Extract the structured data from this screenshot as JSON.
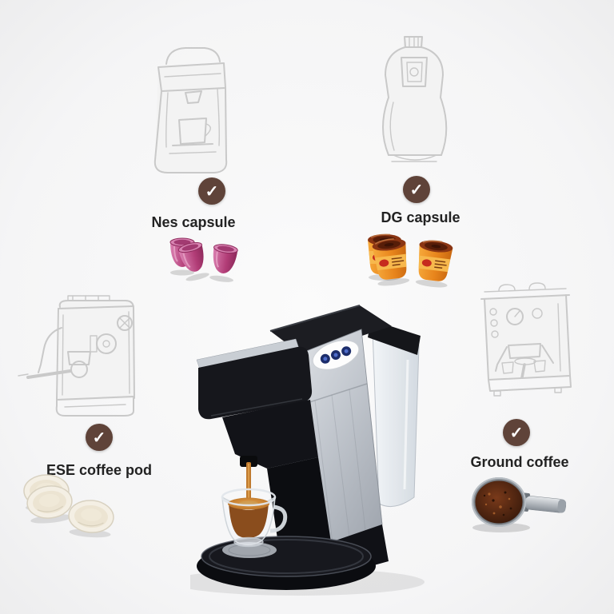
{
  "page": {
    "background": "#f6f6f7"
  },
  "checkmark": {
    "glyph": "✓"
  },
  "colors": {
    "page_bg": "#f6f6f7",
    "accent_brown": "#5f4339",
    "label_text": "#222222",
    "sketch_stroke": "#c9c9c9",
    "nes_capsule_pink": "#b23d77",
    "dg_capsule_orange": "#e8851c",
    "ese_pod_cream": "#f4efe4",
    "ground_coffee_brown": "#45200e",
    "machine_silver": "#b9bfc6",
    "machine_black": "#17181c",
    "coffee_crema": "#c8862f"
  },
  "quadrants": [
    {
      "id": "nes",
      "label": "Nes capsule"
    },
    {
      "id": "dg",
      "label": "DG capsule"
    },
    {
      "id": "ese",
      "label": "ESE coffee pod"
    },
    {
      "id": "ground",
      "label": "Ground coffee"
    }
  ]
}
